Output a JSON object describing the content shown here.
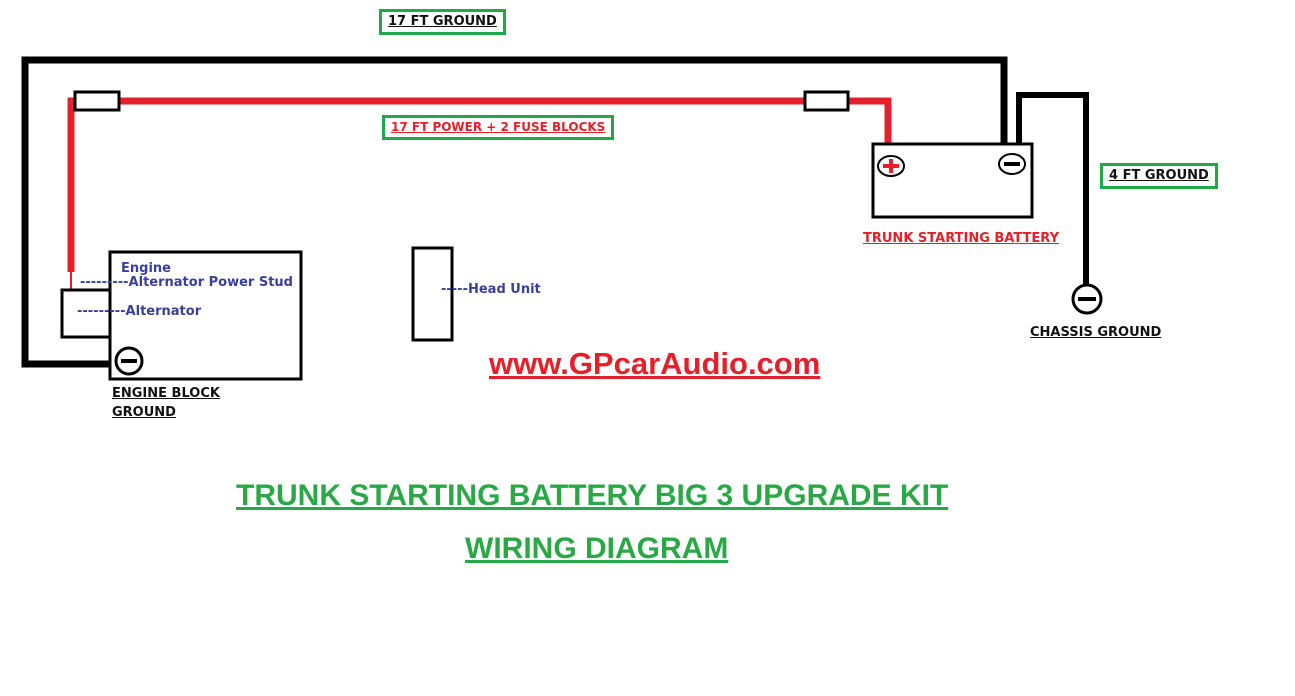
{
  "labels": {
    "ground_17ft": "17 FT GROUND",
    "power_17ft": "17 FT POWER + 2 FUSE BLOCKS",
    "ground_4ft": "4 FT GROUND",
    "trunk_battery": "TRUNK STARTING BATTERY",
    "chassis_ground": "CHASSIS GROUND",
    "engine": "Engine",
    "alternator_power_stud": "---------Alternator Power Stud",
    "alternator": "---------Alternator",
    "head_unit": "-----Head Unit",
    "engine_block_ground_line1": "ENGINE BLOCK",
    "engine_block_ground_line2": "GROUND",
    "website": "www.GPcarAudio.com",
    "title_line1": "TRUNK STARTING BATTERY BIG 3 UPGRADE KIT",
    "title_line2": "WIRING DIAGRAM"
  },
  "symbols": {
    "positive": "+",
    "negative": "−"
  },
  "colors": {
    "ground_wire": "#000000",
    "power_wire": "#e5202a",
    "label_box_border": "#22a84a",
    "title": "#2aa846",
    "website": "#e5202a",
    "component_label": "#3b3f9c"
  }
}
